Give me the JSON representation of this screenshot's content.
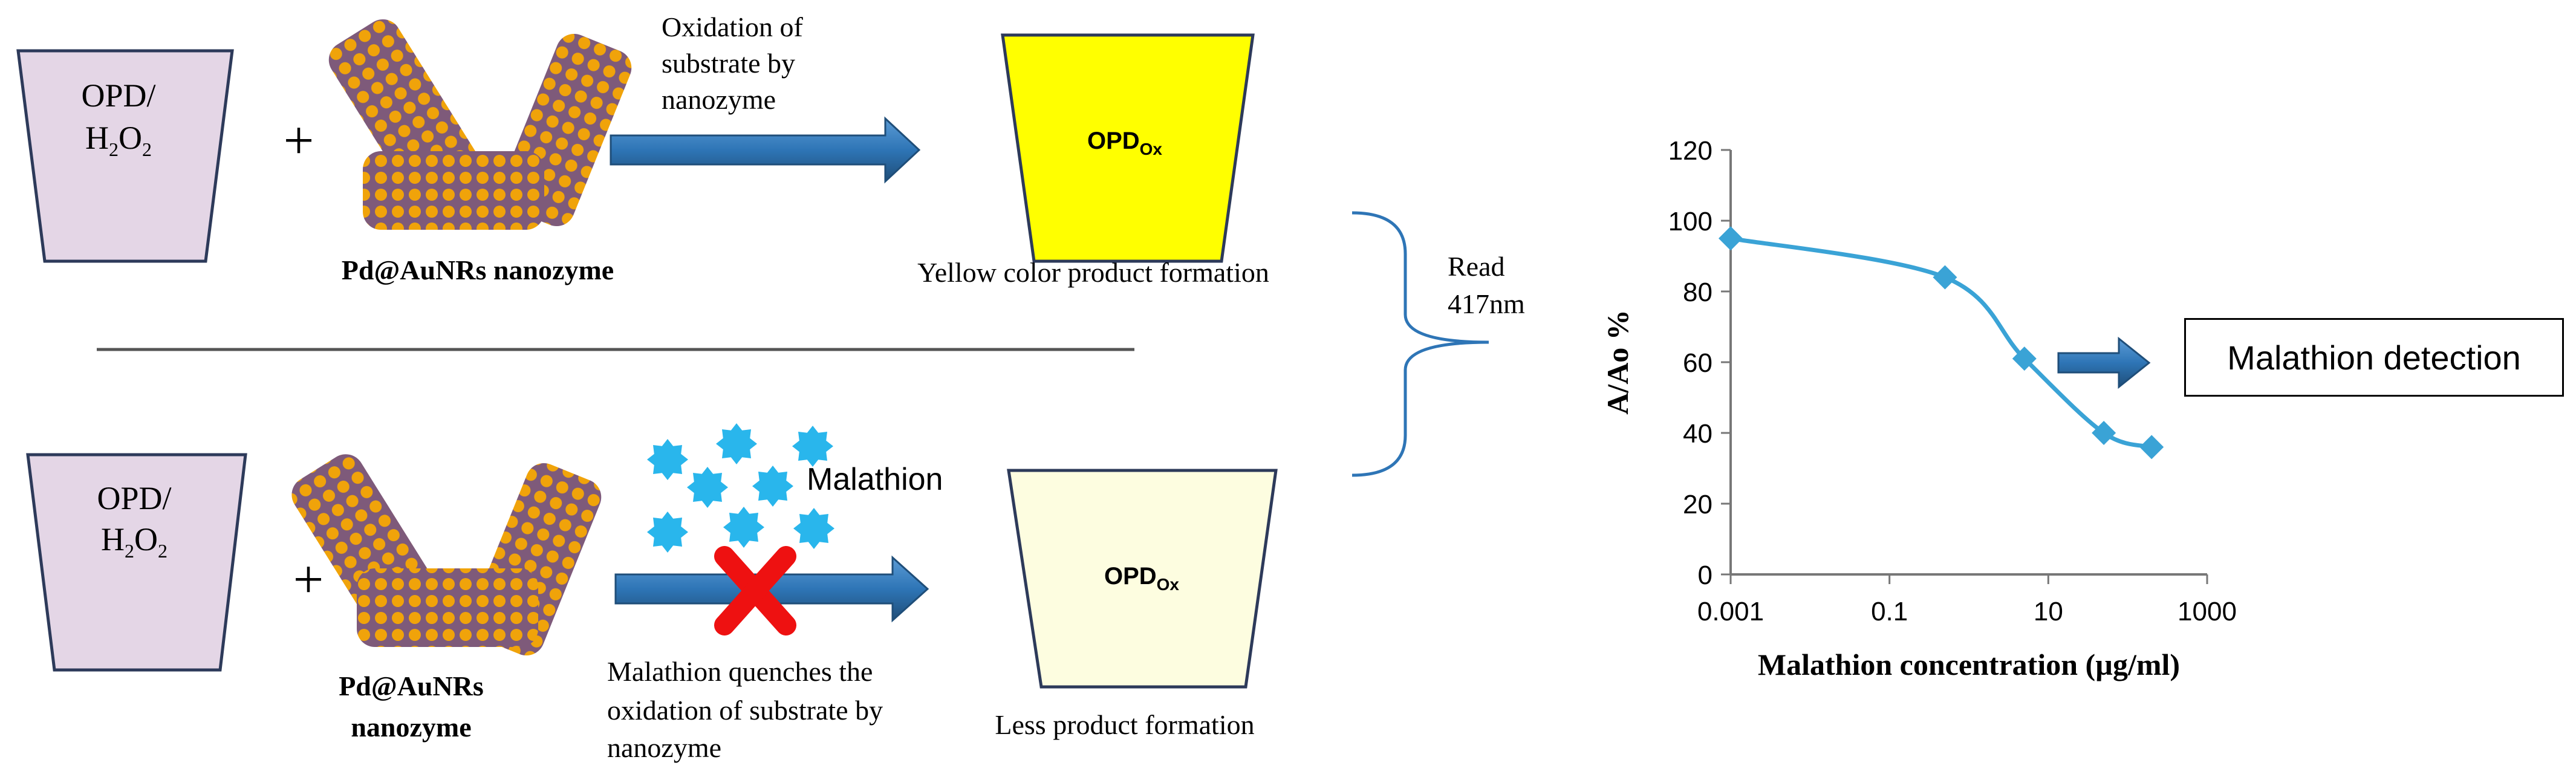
{
  "top_row": {
    "beaker_label_line1": "OPD/",
    "beaker_label_line2_main_a": "H",
    "beaker_label_line2_sub_a": "2",
    "beaker_label_line2_main_b": "O",
    "beaker_label_line2_sub_b": "2",
    "plus": "+",
    "nanozyme_label": "Pd@AuNRs nanozyme",
    "arrow_text_line1": "Oxidation of",
    "arrow_text_line2": "substrate by",
    "arrow_text_line3": "nanozyme",
    "product_label_main": "OPD",
    "product_label_sub": "Ox",
    "product_caption": "Yellow color product formation"
  },
  "bottom_row": {
    "beaker_label_line1": "OPD/",
    "beaker_label_line2_main_a": "H",
    "beaker_label_line2_sub_a": "2",
    "beaker_label_line2_main_b": "O",
    "beaker_label_line2_sub_b": "2",
    "plus": "+",
    "nanozyme_label_line1": "Pd@AuNRs",
    "nanozyme_label_line2": "nanozyme",
    "malathion_label": "Malathion",
    "arrow_text_line1": "Malathion quenches the",
    "arrow_text_line2": "oxidation of substrate by",
    "arrow_text_line3": "nanozyme",
    "product_label_main": "OPD",
    "product_label_sub": "Ox",
    "product_caption": "Less product formation"
  },
  "read": {
    "line1": "Read",
    "line2": "417nm"
  },
  "detection_box": "Malathion detection",
  "colors": {
    "beaker_fill": "#e4d6e6",
    "yellow_fill": "#ffff00",
    "pale_fill": "#fdfde0",
    "arrow_blue": "#2e75b6",
    "curve_blue": "#3aa3d6",
    "gold": "#f0a30a",
    "purple_rod": "#7e5a7a",
    "malathion_cyan": "#29b6ec",
    "cross_red": "#ee1111"
  },
  "chart_data": {
    "type": "line",
    "xscale": "log",
    "x": [
      0.001,
      0.5,
      5,
      50,
      200
    ],
    "series": [
      {
        "values": [
          95,
          84,
          61,
          40,
          36
        ]
      }
    ],
    "xticks": [
      "0.001",
      "0.1",
      "10",
      "1000"
    ],
    "yticks": [
      "0",
      "20",
      "40",
      "60",
      "80",
      "100",
      "120"
    ],
    "xlabel": "Malathion concentration (µg/ml)",
    "ylabel": "A/Ao %",
    "ylim": [
      0,
      120
    ],
    "xlim": [
      0.001,
      1000
    ],
    "grid": false
  }
}
